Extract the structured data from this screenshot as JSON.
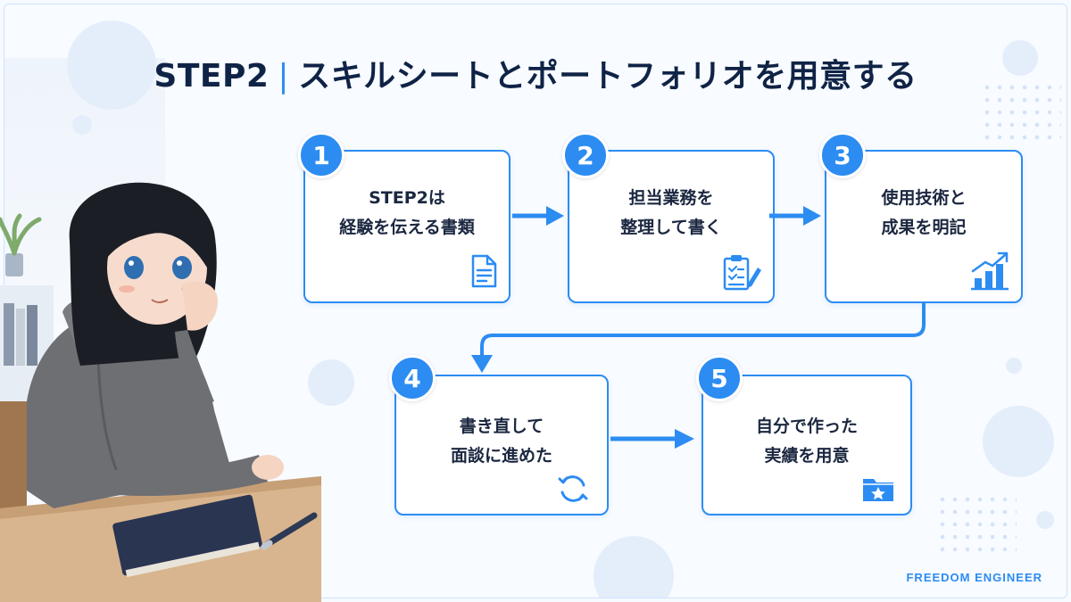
{
  "title": {
    "step": "STEP2",
    "separator": "|",
    "text": "スキルシートとポートフォリオを用意する"
  },
  "steps": [
    {
      "number": "1",
      "line1": "STEP2は",
      "line2": "経験を伝える書類",
      "icon": "document-icon"
    },
    {
      "number": "2",
      "line1": "担当業務を",
      "line2": "整理して書く",
      "icon": "checklist-edit-icon"
    },
    {
      "number": "3",
      "line1": "使用技術と",
      "line2": "成果を明記",
      "icon": "growth-chart-icon"
    },
    {
      "number": "4",
      "line1": "書き直して",
      "line2": "面談に進めた",
      "icon": "refresh-icon"
    },
    {
      "number": "5",
      "line1": "自分で作った",
      "line2": "実績を用意",
      "icon": "star-folder-icon"
    }
  ],
  "brand": "FREEDOM ENGINEER",
  "colors": {
    "accent": "#2c8cf2",
    "title": "#0f2346",
    "text": "#1b2740"
  }
}
